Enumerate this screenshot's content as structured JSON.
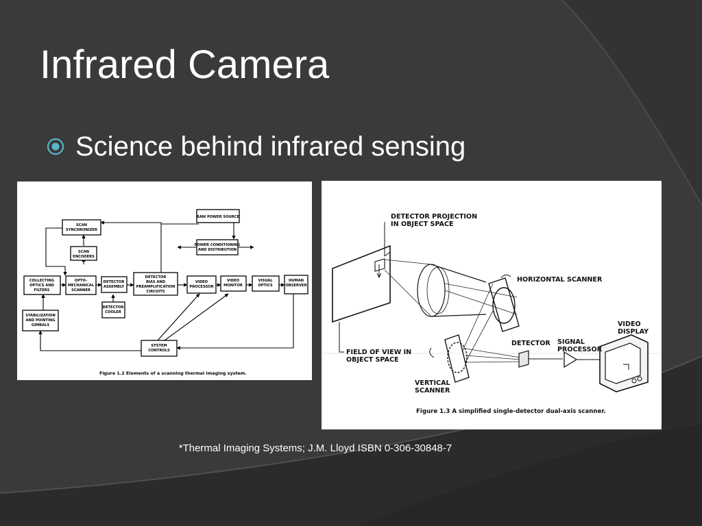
{
  "slide": {
    "title": "Infrared Camera",
    "bullet": "Science behind infrared sensing",
    "citation": "*Thermal Imaging Systems; J.M. Lloyd ISBN 0-306-30848-7",
    "colors": {
      "background": "#3a3a3a",
      "text": "#ffffff",
      "bullet_accent": "#5bb5c7"
    },
    "bullet_icon": "target-circle-icon"
  },
  "figure1": {
    "caption": "Figure 1.2  Elements of a scanning thermal imaging system.",
    "blocks": {
      "scan_synchronizer": [
        "SCAN",
        "SYNCHRONIZER"
      ],
      "scan_encoders": [
        "SCAN",
        "ENCODERS"
      ],
      "raw_power_source": [
        "RAW POWER SOURCE"
      ],
      "power_conditioning": [
        "POWER CONDITIONING",
        "AND DISTRIBUTION"
      ],
      "collecting_optics": [
        "COLLECTING",
        "OPTICS AND",
        "FILTERS"
      ],
      "opto_mechanical_scanner": [
        "OPTO-",
        "MECHANICAL",
        "SCANNER"
      ],
      "detector_assembly": [
        "DETECTOR",
        "ASSEMBLY"
      ],
      "detector_bias": [
        "DETECTOR",
        "BIAS AND",
        "PREAMPLIFICATION",
        "CIRCUITS"
      ],
      "video_processor": [
        "VIDEO",
        "PROCESSOR"
      ],
      "video_monitor": [
        "VIDEO",
        "MONITOR"
      ],
      "visual_optics": [
        "VISUAL",
        "OPTICS"
      ],
      "human_observer": [
        "HUMAN",
        "OBSERVER"
      ],
      "stabilization": [
        "STABILIZATION",
        "AND POINTING",
        "GIMBALS"
      ],
      "detector_cooler": [
        "DETECTOR",
        "COOLER"
      ],
      "system_controls": [
        "SYSTEM",
        "CONTROLS"
      ]
    }
  },
  "figure2": {
    "caption": "Figure 1.3  A simplified single-detector dual-axis scanner.",
    "labels": {
      "detector_projection": [
        "DETECTOR PROJECTION",
        "IN OBJECT SPACE"
      ],
      "horizontal_scanner": [
        "HORIZONTAL SCANNER"
      ],
      "video_display": [
        "VIDEO",
        "DISPLAY"
      ],
      "detector": [
        "DETECTOR"
      ],
      "signal_processor": [
        "SIGNAL",
        "PROCESSOR"
      ],
      "field_of_view": [
        "FIELD OF VIEW IN",
        "OBJECT SPACE"
      ],
      "vertical_scanner": [
        "VERTICAL",
        "SCANNER"
      ]
    }
  }
}
